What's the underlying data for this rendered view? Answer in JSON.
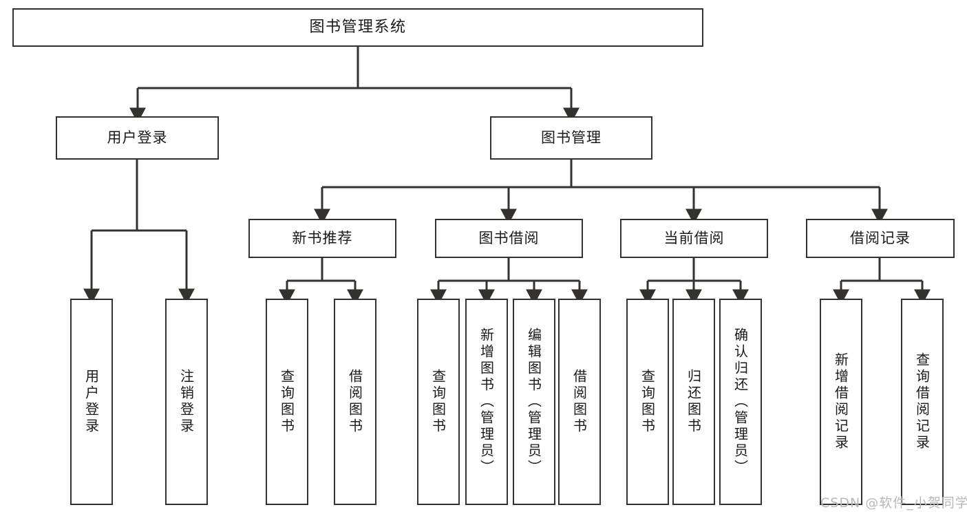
{
  "diagram": {
    "title": "图书管理系统",
    "watermark": "CSDN @软件_小贺同学",
    "line_color": "#33322f",
    "box_fill": "#ffffff",
    "text_color": "#1a1a1a",
    "watermark_color": "#b8b8b8",
    "root": {
      "label": "图书管理系统"
    },
    "level2": [
      {
        "label": "用户登录"
      },
      {
        "label": "图书管理"
      }
    ],
    "level3": [
      {
        "label": "新书推荐"
      },
      {
        "label": "图书借阅"
      },
      {
        "label": "当前借阅"
      },
      {
        "label": "借阅记录"
      }
    ],
    "leaves": {
      "user_login": [
        {
          "label": "用户登录"
        },
        {
          "label": "注销登录"
        }
      ],
      "new_book_recommend": [
        {
          "label": "查询图书"
        },
        {
          "label": "借阅图书"
        }
      ],
      "book_borrow": [
        {
          "label": "查询图书"
        },
        {
          "label": "新增图书（管理员）"
        },
        {
          "label": "编辑图书（管理员）"
        },
        {
          "label": "借阅图书"
        }
      ],
      "current_borrow": [
        {
          "label": "查询图书"
        },
        {
          "label": "归还图书"
        },
        {
          "label": "确认归还（管理员）"
        }
      ],
      "borrow_record": [
        {
          "label": "新增借阅记录"
        },
        {
          "label": "查询借阅记录"
        }
      ]
    }
  }
}
